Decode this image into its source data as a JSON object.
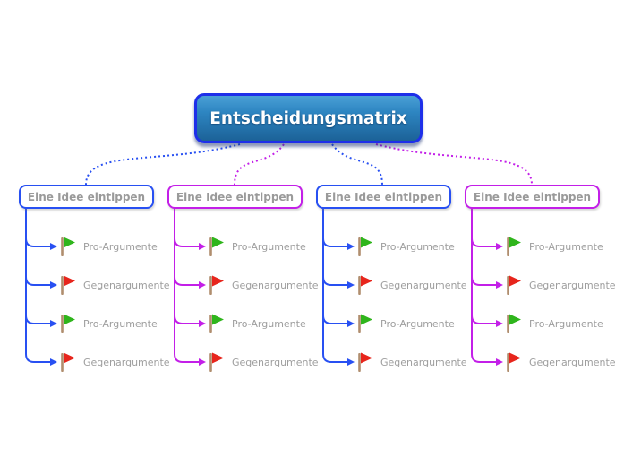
{
  "app": {
    "type": "mindmap-editor",
    "view": "decision-matrix-template"
  },
  "root": {
    "label": "Entscheidungsmatrix"
  },
  "colors": {
    "blue": "#2850f2",
    "magenta": "#c31fe8",
    "root_border": "#1e2fe9",
    "root_fill_top": "#4aa0d6",
    "root_fill_bottom": "#1c6298",
    "child_text": "#9a9a9a",
    "leaf_text": "#9e9e9e",
    "flag_green": "#2fb51c",
    "flag_red": "#e7251c",
    "flag_pole": "#b08e6e"
  },
  "branches": [
    {
      "label": "Eine Idee eintippen",
      "color": "blue",
      "topics": [
        {
          "label": "Pro-Argumente",
          "flag": "green"
        },
        {
          "label": "Gegenargumente",
          "flag": "red"
        },
        {
          "label": "Pro-Argumente",
          "flag": "green"
        },
        {
          "label": "Gegenargumente",
          "flag": "red"
        }
      ]
    },
    {
      "label": "Eine Idee eintippen",
      "color": "magenta",
      "topics": [
        {
          "label": "Pro-Argumente",
          "flag": "green"
        },
        {
          "label": "Gegenargumente",
          "flag": "red"
        },
        {
          "label": "Pro-Argumente",
          "flag": "green"
        },
        {
          "label": "Gegenargumente",
          "flag": "red"
        }
      ]
    },
    {
      "label": "Eine Idee eintippen",
      "color": "blue",
      "topics": [
        {
          "label": "Pro-Argumente",
          "flag": "green"
        },
        {
          "label": "Gegenargumente",
          "flag": "red"
        },
        {
          "label": "Pro-Argumente",
          "flag": "green"
        },
        {
          "label": "Gegenargumente",
          "flag": "red"
        }
      ]
    },
    {
      "label": "Eine Idee eintippen",
      "color": "magenta",
      "topics": [
        {
          "label": "Pro-Argumente",
          "flag": "green"
        },
        {
          "label": "Gegenargumente",
          "flag": "red"
        },
        {
          "label": "Pro-Argumente",
          "flag": "green"
        },
        {
          "label": "Gegenargumente",
          "flag": "red"
        }
      ]
    }
  ]
}
